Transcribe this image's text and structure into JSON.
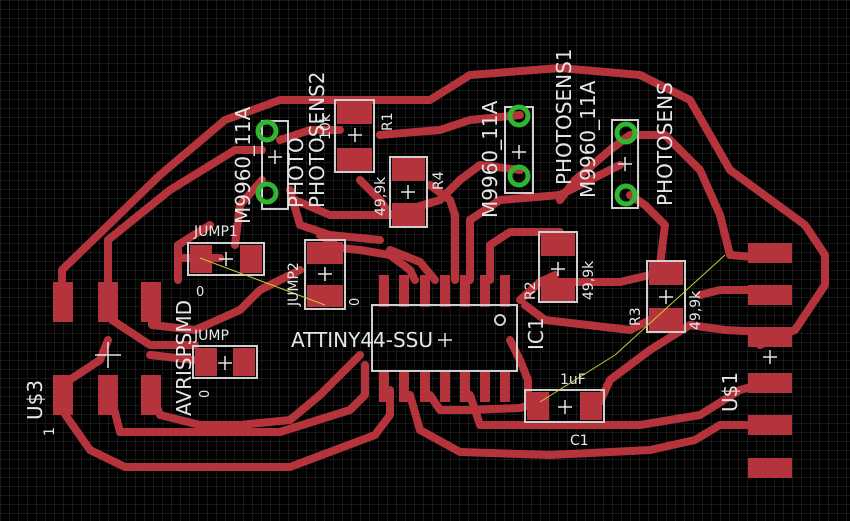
{
  "colors": {
    "background": "#000000",
    "grid": "#2b2b2b",
    "trace": "#b5343c",
    "pad": "#b5343c",
    "silkscreen": "#e6e6e6",
    "via_ring": "#2fb52f",
    "airwire": "#c9c936"
  },
  "labels": {
    "photosens2": "PHOTOSENS2",
    "photosens1": "PHOTOSENS1",
    "photosens": "PHOTOSENS",
    "m9960_left": "M9960_11A",
    "m9960_mid": "M9960_11A",
    "m9960_right": "M9960_11A",
    "photo_small": "PHOTO",
    "ten_k": "10k",
    "r1": "R1",
    "r2": "R2",
    "r3": "R3",
    "r4": "R4",
    "val_r4": "49,9k",
    "val_r2": "49,9k",
    "val_r3": "49,9k",
    "jump1": "JUMP1",
    "jump2": "JUMP2",
    "jump": "JUMP",
    "zero_jump1": "0",
    "zero_jump2": "0",
    "zero_jump": "0",
    "avrispsmd": "AVRISPSMD",
    "attiny": "ATTINY44-SSU",
    "ic1": "IC1",
    "c1": "C1",
    "c1_value": "1uF",
    "u3": "U$3",
    "u1": "U$1",
    "pin1": "1"
  }
}
